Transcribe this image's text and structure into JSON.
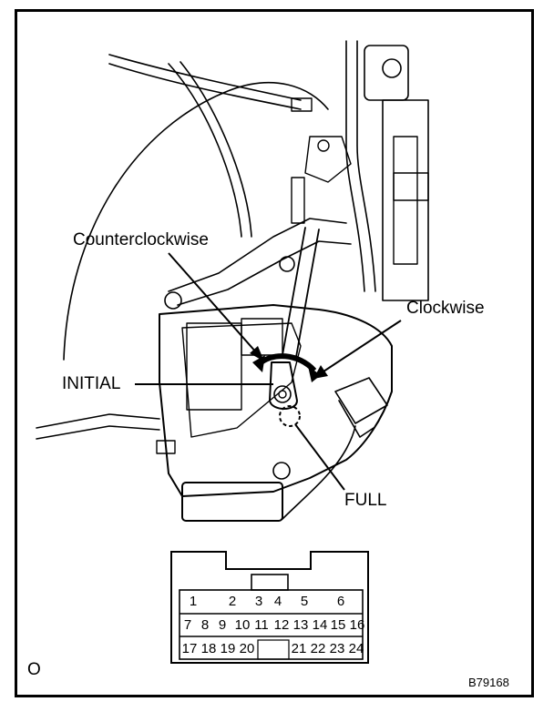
{
  "labels": {
    "counterclockwise": "Counterclockwise",
    "clockwise": "Clockwise",
    "initial": "INITIAL",
    "full": "FULL",
    "corner_mark": "O",
    "figure_code": "B79168"
  },
  "connector": {
    "rows": [
      [
        "1",
        "",
        "2",
        "3",
        "4",
        "5",
        "",
        "6"
      ],
      [
        "7",
        "8",
        "9",
        "10",
        "11",
        "12",
        "13",
        "14",
        "15",
        "16"
      ],
      [
        "17",
        "18",
        "19",
        "20",
        "",
        "21",
        "22",
        "23",
        "24"
      ]
    ]
  },
  "colors": {
    "line": "#000000",
    "background": "#ffffff"
  }
}
